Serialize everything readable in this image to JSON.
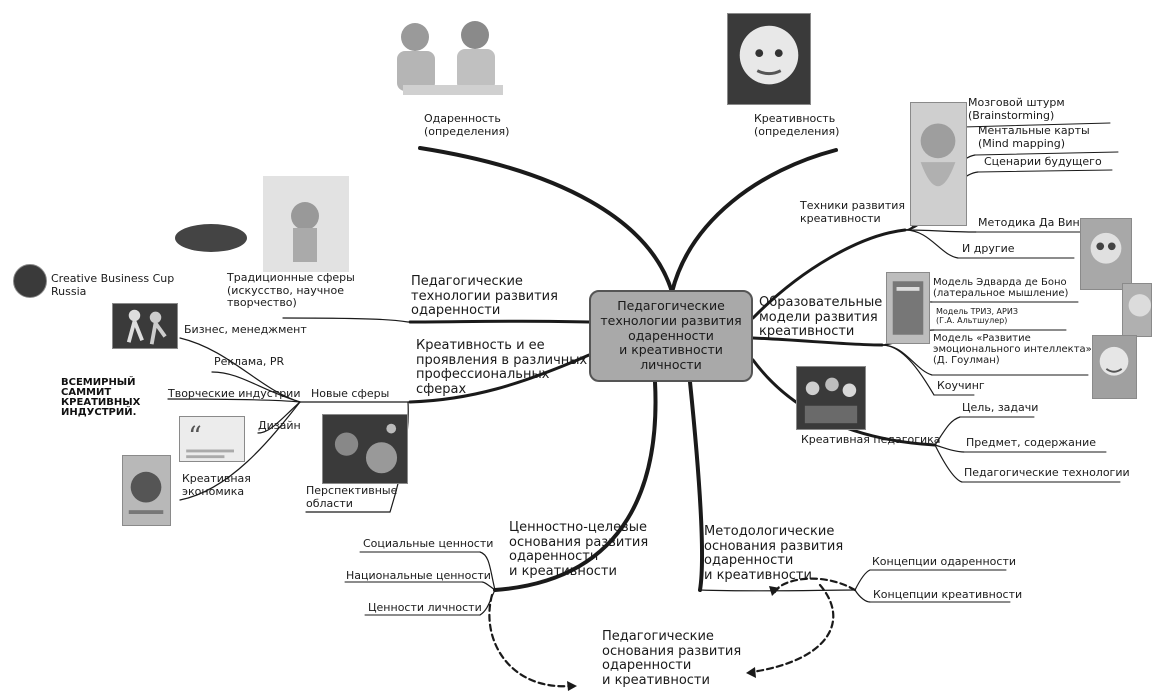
{
  "center": {
    "label": "Педагогические\nтехнологии развития\nодаренности\nи креативности личности"
  },
  "top": {
    "giftedness": "Одаренность\n(определения)",
    "creativity": "Креативность\n(определения)"
  },
  "left": {
    "ped_tech": "Педагогические\nтехнологии развития\nодаренности",
    "creativity_manifest": "Креативность и ее\nпроявления в различных\nпрофессиональных\nсферах",
    "traditional": "Традиционные сферы\n(искусство, научное\nтворчество)",
    "new_spheres": "Новые сферы",
    "business": "Бизнес, менеджмент",
    "advertising": "Реклама, PR",
    "creative_industries": "Творческие индустрии",
    "design": "Дизайн",
    "creative_economy": "Креативная\nэкономика",
    "perspective": "Перспективные\nобласти",
    "cup": "Creative Business Cup\nRussia",
    "summit_logo": "ВСЕМИРНЫЙ\nСАММИТ\nКРЕАТИВНЫХ\nИНДУСТРИЙ."
  },
  "right": {
    "techniques": "Техники развития\nкреативности",
    "brainstorm": "Мозговой штурм\n(Brainstorming)",
    "mindmap": "Ментальные карты\n(Mind mapping)",
    "scenarios": "Сценарии будущего",
    "davinci": "Методика Да Винчи",
    "others": "И другие",
    "edu_models": "Образовательные\nмодели развития\nкреативности",
    "debono": "Модель Эдварда де Боно\n(латеральное мышление)",
    "triz": "Модель ТРИЗ, АРИЗ\n(Г.А. Альтшулер)",
    "goleman": "Модель «Развитие\nэмоционального интеллекта»\n(Д. Гоулман)",
    "coaching": "Коучинг",
    "creative_ped": "Креативная педагогика",
    "goal": "Цель, задачи",
    "subject": "Предмет, содержание",
    "ped_techs": "Педагогические технологии"
  },
  "bottom": {
    "value_basis": "Ценностно-целевые\nоснования развития\nодаренности\nи креативности",
    "social": "Социальные ценности",
    "national": "Национальные ценности",
    "personal": "Ценности личности",
    "method_basis": "Методологические\nоснования развития\nодаренности\nи креативности",
    "giftedness_concepts": "Концепции одаренности",
    "creativity_concepts": "Концепции креативности",
    "ped_basis": "Педагогические\nоснования развития\nодаренности\nи креативности"
  },
  "colors": {
    "line": "#1a1a1a",
    "center_fill": "#a9a9a9",
    "center_border": "#555555"
  },
  "icons": [
    "photo-children",
    "photo-einstein",
    "photo-davinci",
    "photo-palette-child",
    "photo-dancers",
    "photo-group",
    "photo-space",
    "photo-book",
    "photo-debono",
    "photo-goleman",
    "photo-portrait-right",
    "photo-magazine",
    "photo-quote-card",
    "logo-cup",
    "logo-summit"
  ]
}
